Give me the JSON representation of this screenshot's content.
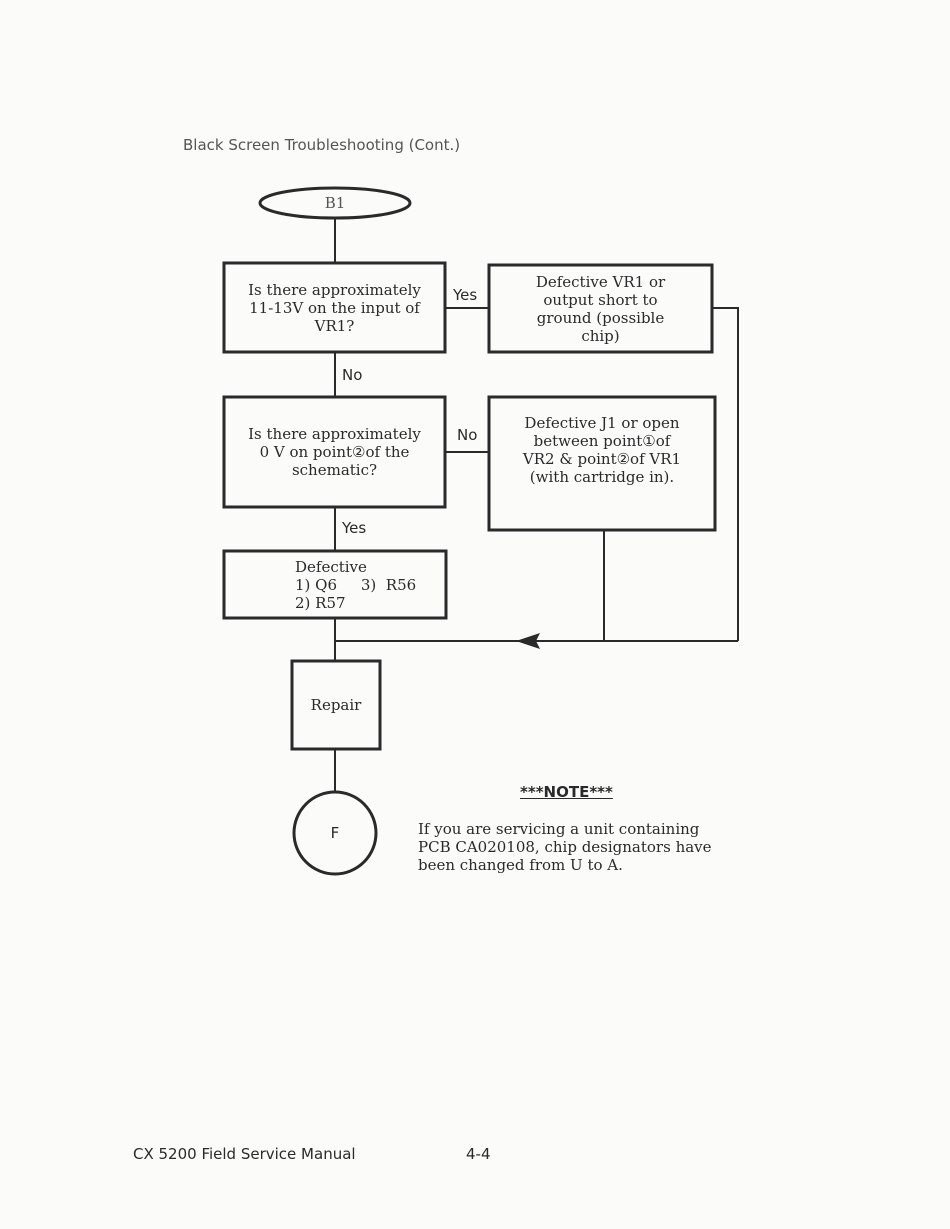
{
  "heading": "Black Screen Troubleshooting (Cont.)",
  "flowchart": {
    "start": "B1",
    "q1": {
      "lines": [
        "Is there approximately",
        "11-13V on the input of",
        "VR1?"
      ]
    },
    "q1_yes_label": "Yes",
    "q1_yes_result": {
      "lines": [
        "Defective VR1 or",
        "output short to",
        "ground (possible",
        "chip)"
      ]
    },
    "q1_no_label": "No",
    "q2": {
      "lines": [
        "Is there approximately",
        "0 V on point②of the",
        "schematic?"
      ]
    },
    "q2_no_label": "No",
    "q2_no_result": {
      "lines": [
        "Defective J1 or open",
        "between point①of",
        "VR2 & point②of VR1",
        "(with cartridge in)."
      ]
    },
    "q2_yes_label": "Yes",
    "defective": {
      "lines": [
        "Defective",
        "1) Q6     3)  R56",
        "2) R57"
      ]
    },
    "repair": "Repair",
    "end": "F"
  },
  "note": {
    "title": "***NOTE***",
    "lines": [
      "If you are servicing a unit containing",
      "PCB CA020108, chip designators have",
      "been changed from U to A."
    ]
  },
  "footer": {
    "manual": "CX 5200 Field Service Manual",
    "page": "4-4"
  }
}
